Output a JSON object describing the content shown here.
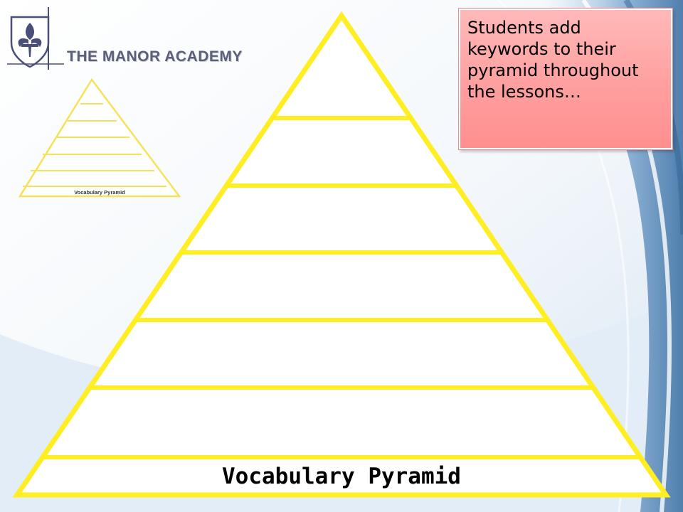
{
  "slide": {
    "school_name": "THE MANOR ACADEMY",
    "callout_text": "Students add keywords to their pyramid throughout the lessons…",
    "pyramid_title": "Vocabulary Pyramid",
    "thumbnail_title": "Vocabulary Pyramid",
    "icons": {
      "logo": "fleur-de-lis-shield-icon"
    },
    "colors": {
      "pyramid_outline": "#ffee22",
      "callout_fill": "#ffa3a3",
      "background_swoosh": "#7fa6c9"
    }
  }
}
